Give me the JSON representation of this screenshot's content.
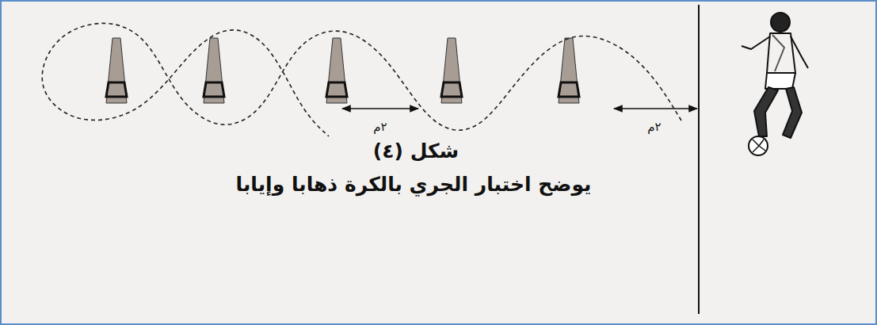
{
  "diagram": {
    "title": "شكل (٤)",
    "caption": "يوضح اختبار الجري بالكرة ذهابا وإيابا",
    "labels": [
      "٢م",
      "٢م"
    ]
  }
}
